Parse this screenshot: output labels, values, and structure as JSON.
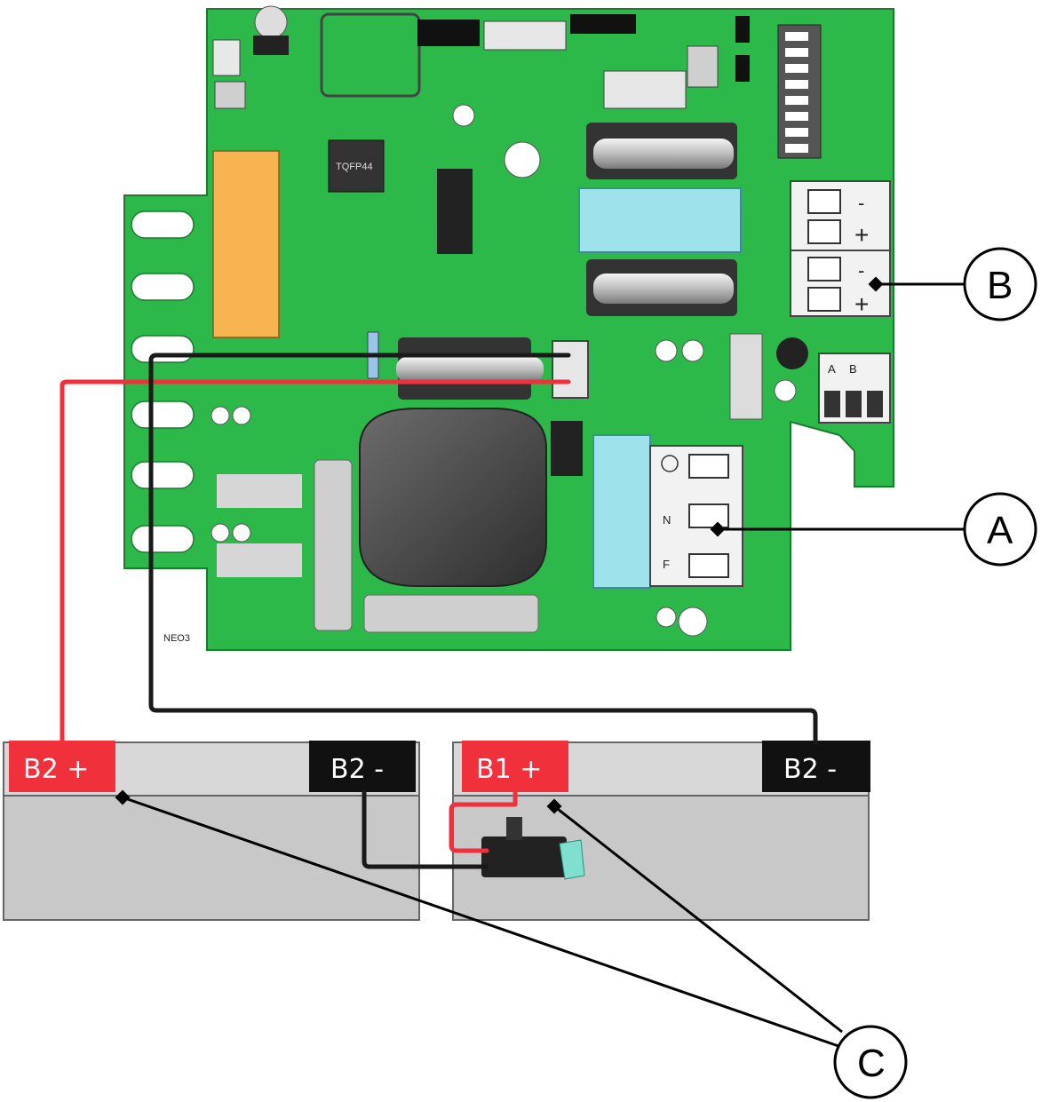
{
  "board": {
    "model_label": "NEO3",
    "chip_label": "TQFP44",
    "terminal_labels": [
      "A",
      "B"
    ],
    "mains_labels": [
      "N",
      "F"
    ],
    "dc_signs": [
      "-",
      "+",
      "-",
      "+"
    ]
  },
  "batteries": {
    "left": {
      "pos_label": "B2 +",
      "neg_label": "B2 -"
    },
    "right": {
      "pos_label": "B1 +",
      "neg_label": "B2 -"
    }
  },
  "callouts": {
    "a": "A",
    "b": "B",
    "c": "C"
  },
  "colors": {
    "pcb": "#2db84a",
    "battery": "#c8c8c8",
    "positive_terminal": "#f0303a",
    "negative_terminal": "#111111",
    "red_wire": "#f0303a",
    "black_wire": "#1a1a1a"
  }
}
